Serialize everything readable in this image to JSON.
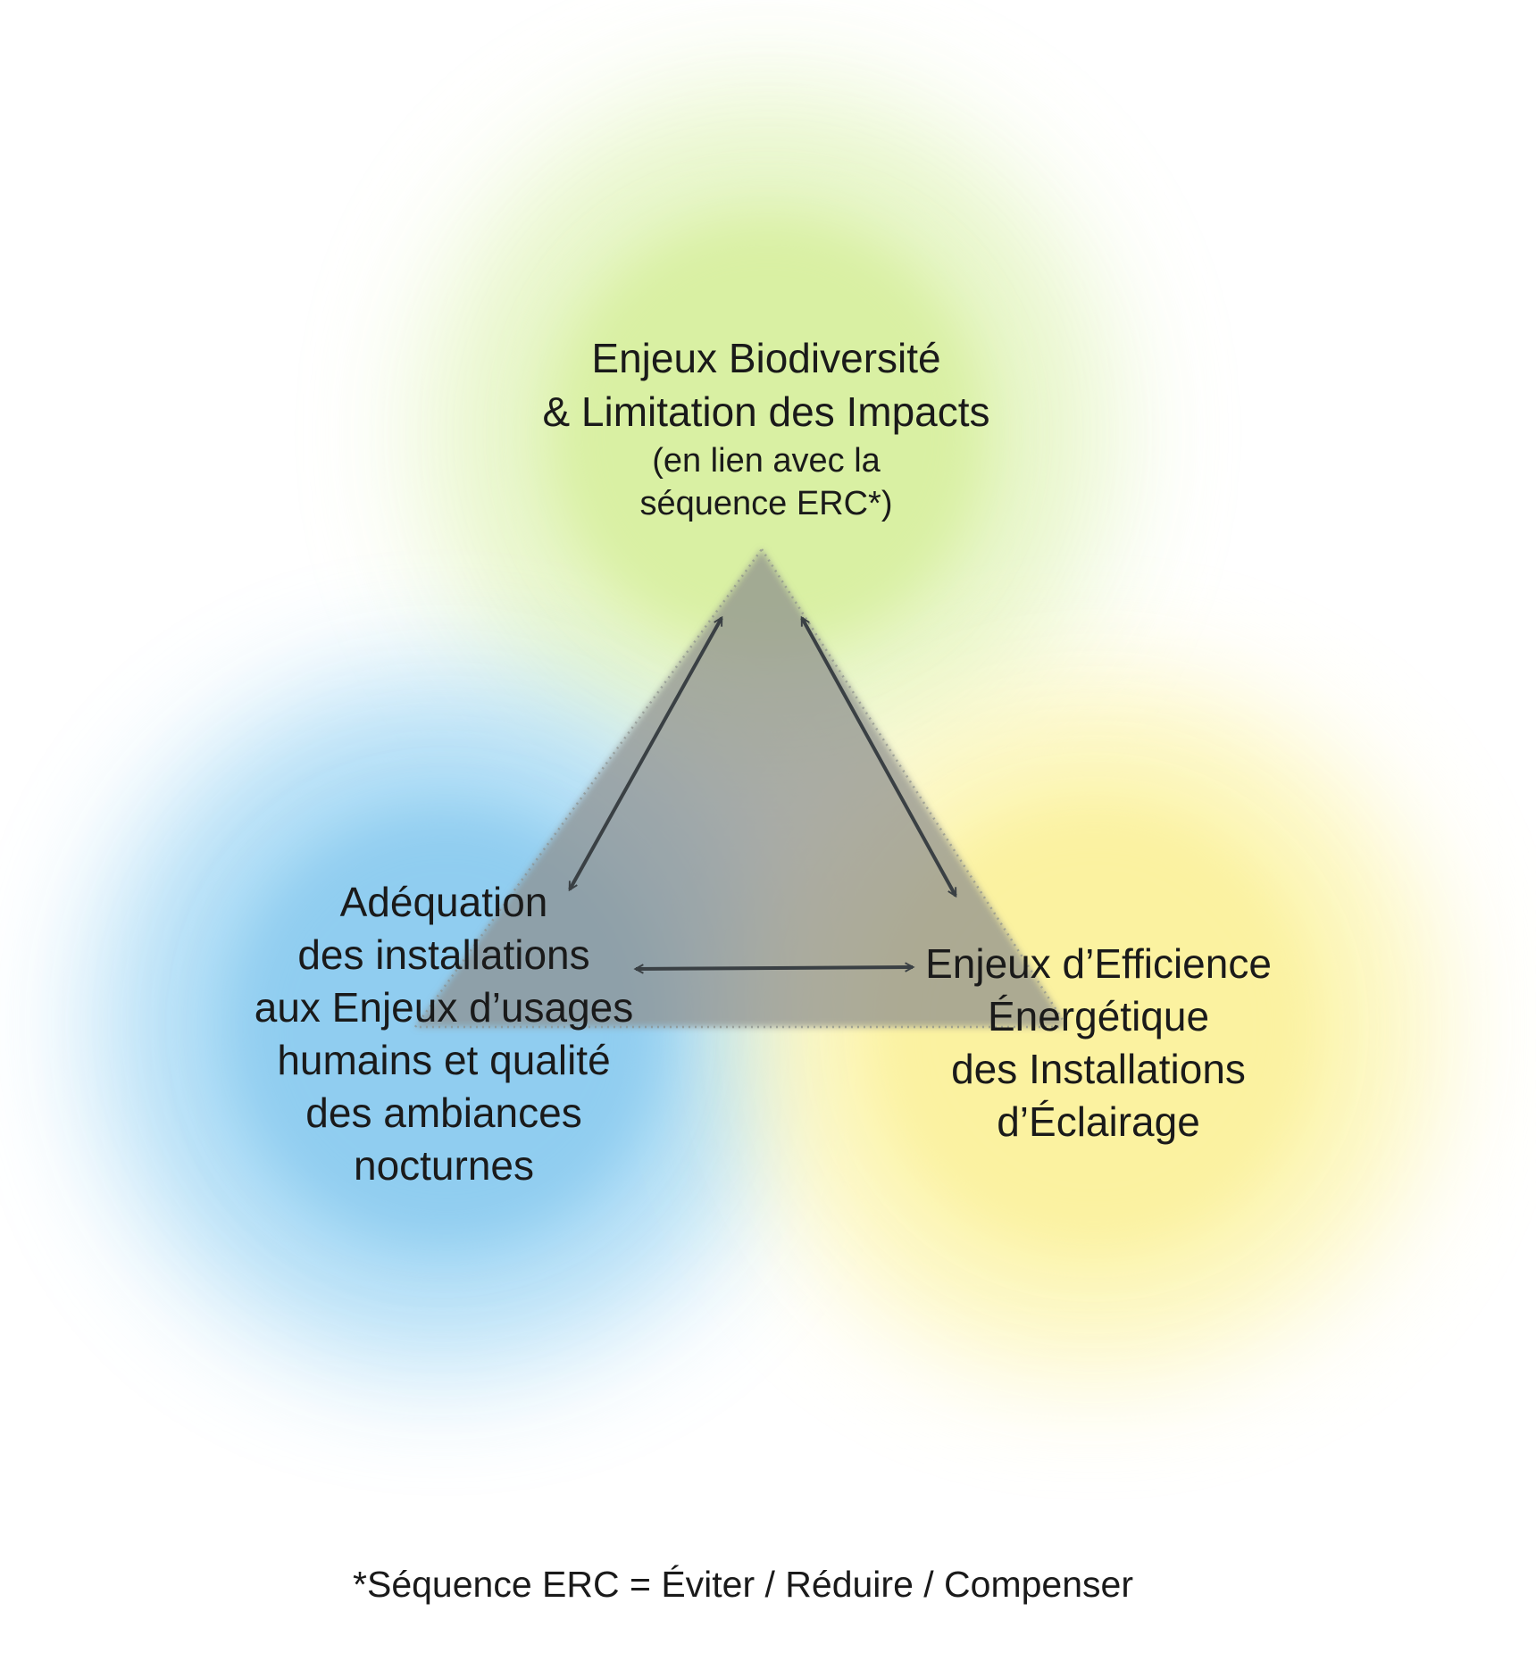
{
  "colors": {
    "biodiversity": "#d9f0a3",
    "usage": "#90cdf0",
    "energy": "#fbf2a0",
    "triangle": "#8d8f8e",
    "arrow": "#3a4044"
  },
  "nodes": {
    "biodiversity": {
      "lines": [
        "Enjeux Biodiversité",
        "& Limitation des Impacts"
      ],
      "sub_lines": [
        "(en lien avec la",
        "séquence ERC*)"
      ]
    },
    "usage": {
      "lines": [
        "Adéquation",
        "des installations",
        "aux Enjeux d’usages",
        "humains et qualité",
        "des ambiances",
        "nocturnes"
      ]
    },
    "energy": {
      "lines": [
        "Enjeux d’Efficience",
        "Énergétique",
        "des Installations",
        "d’Éclairage"
      ]
    }
  },
  "footnote": "*Séquence ERC = Éviter / Réduire / Compenser"
}
